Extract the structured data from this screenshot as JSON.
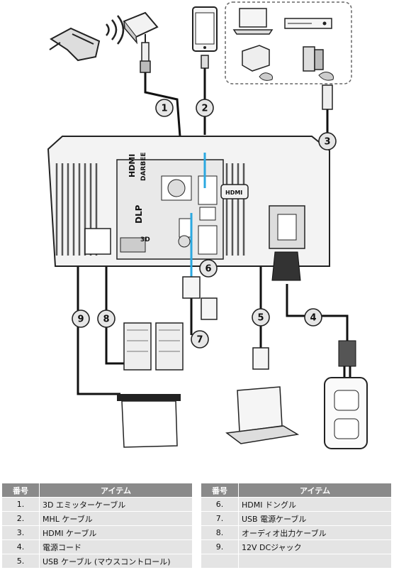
{
  "diagram": {
    "callouts": [
      "1",
      "2",
      "3",
      "4",
      "5",
      "6",
      "7",
      "8",
      "9"
    ],
    "port_labels": {
      "hdmi_logo": "HDMI",
      "darbee": "DARBEE",
      "dlp": "DLP",
      "threed": "3D",
      "hdmi_dongle_logo": "HDMI"
    }
  },
  "table": {
    "header_num": "番号",
    "header_item": "アイテム",
    "left_rows": [
      {
        "num": "1.",
        "item": "3D エミッターケーブル"
      },
      {
        "num": "2.",
        "item": "MHL ケーブル"
      },
      {
        "num": "3.",
        "item": "HDMI ケーブル"
      },
      {
        "num": "4.",
        "item": "電源コード"
      },
      {
        "num": "5.",
        "item": "USB ケーブル (マウスコントロール)"
      }
    ],
    "right_rows": [
      {
        "num": "6.",
        "item": "HDMI ドングル"
      },
      {
        "num": "7.",
        "item": "USB 電源ケーブル"
      },
      {
        "num": "8.",
        "item": "オーディオ出力ケーブル"
      },
      {
        "num": "9.",
        "item": "12V DCジャック"
      },
      {
        "num": "",
        "item": ""
      }
    ]
  },
  "colors": {
    "accent": "#2aa8e0",
    "callout_fill": "#e6e6e6",
    "header_bg": "#8a8a8a",
    "row_bg": "#e4e4e4"
  }
}
